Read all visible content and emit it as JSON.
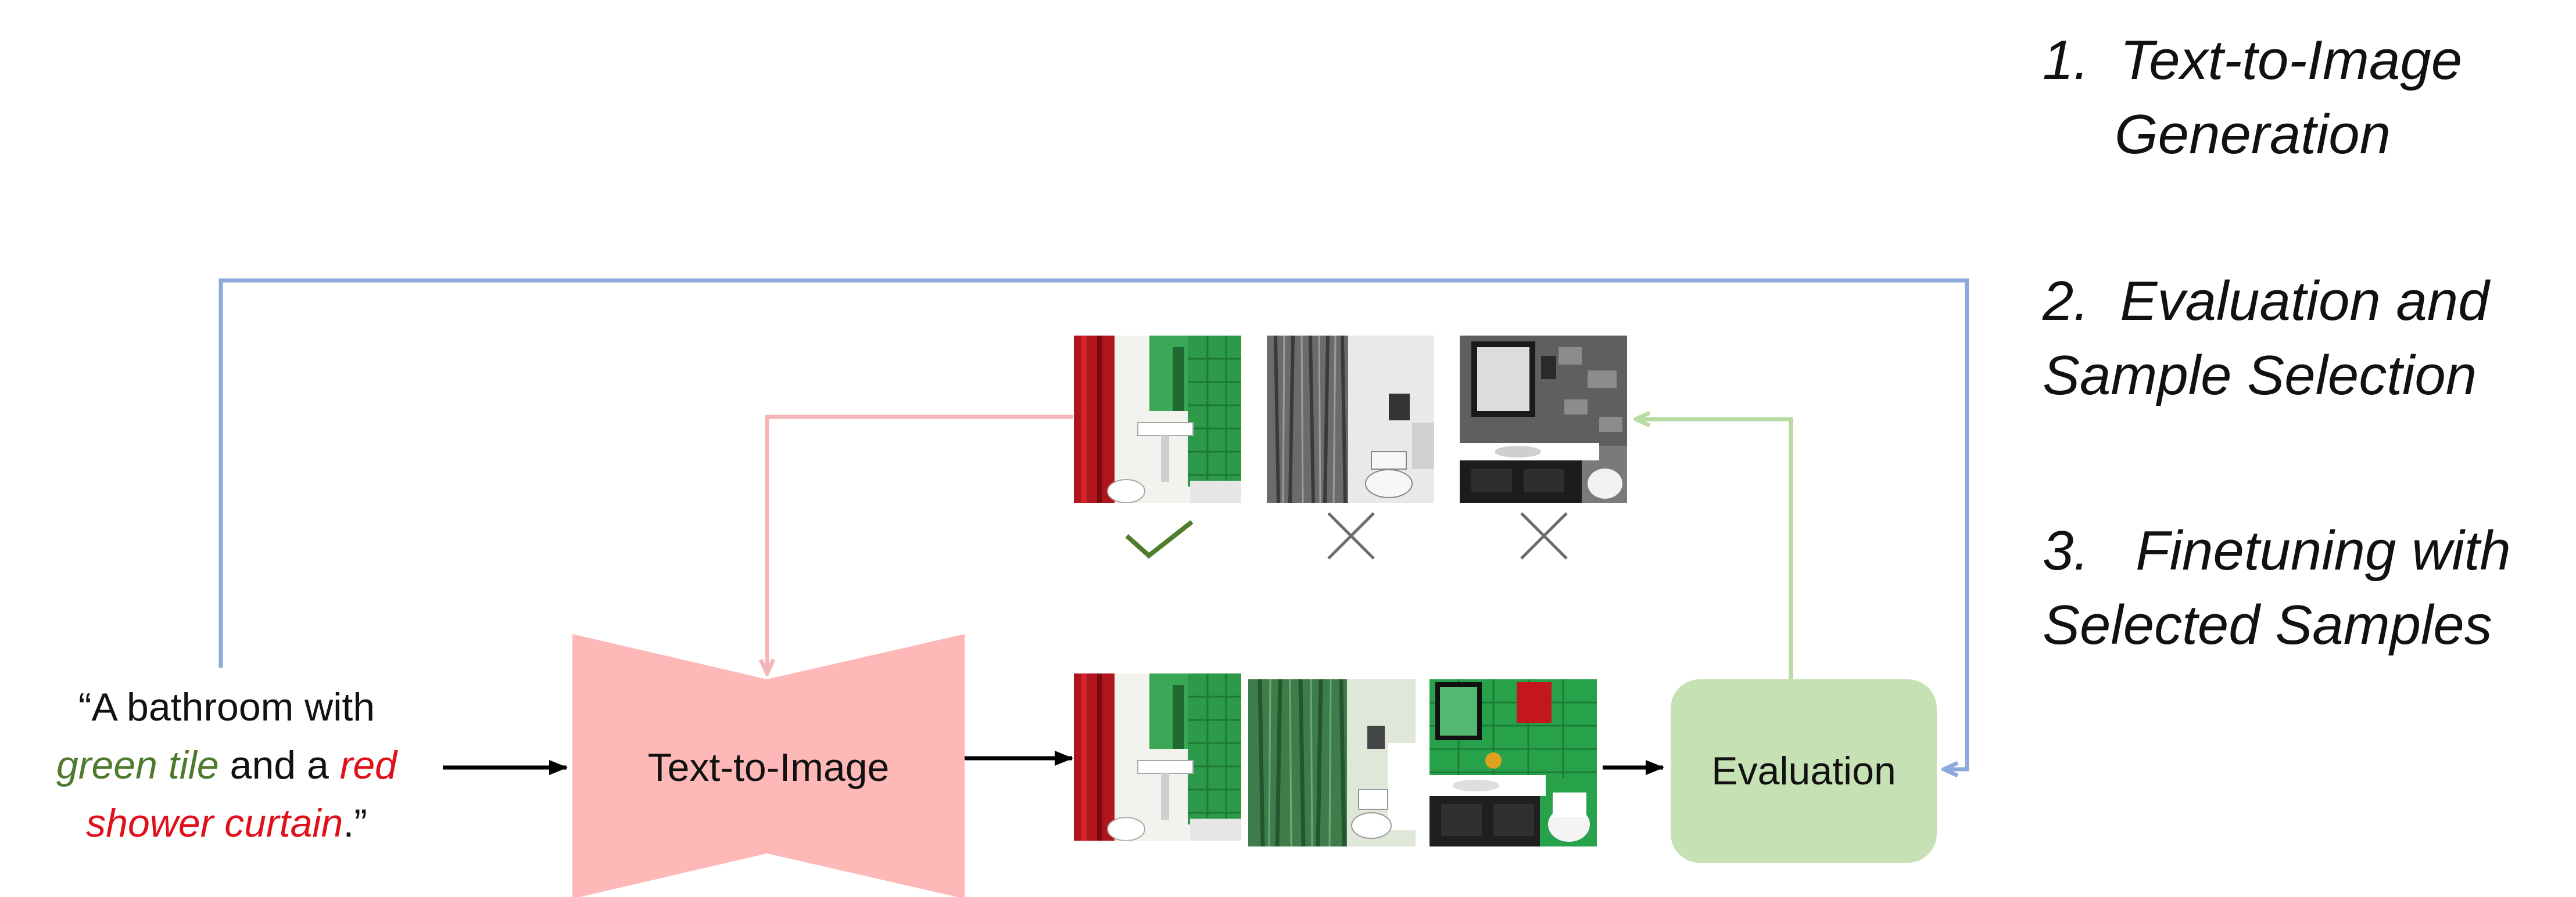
{
  "prompt": {
    "open_quote": "“A bathroom with",
    "green_phrase": "green tile",
    "middle": " and a ",
    "red_word": "red",
    "red_phrase": "shower curtain",
    "close": ".”"
  },
  "model_label": "Text-to-Image",
  "evaluation_label": "Evaluation",
  "steps": [
    {
      "number": "1.",
      "line1": "Text-to-Image",
      "line2": "Generation"
    },
    {
      "number": "2.",
      "line1": "Evaluation and",
      "line2": "Sample Selection"
    },
    {
      "number": "3.",
      "line1": "Finetuning with",
      "line2": "Selected Samples"
    }
  ],
  "colors": {
    "loop_arrow": "#8eaadb",
    "selection_arrow": "#f4b6b6",
    "feedback_arrow": "#b7dba0",
    "model_fill": "#ffb8b8",
    "evaluation_fill": "#c6e1b4",
    "accept_mark": "#4f7d2c",
    "reject_mark": "#6b6b6b"
  },
  "icons": {
    "selected": "check-icon",
    "rejected": "cross-icon"
  }
}
